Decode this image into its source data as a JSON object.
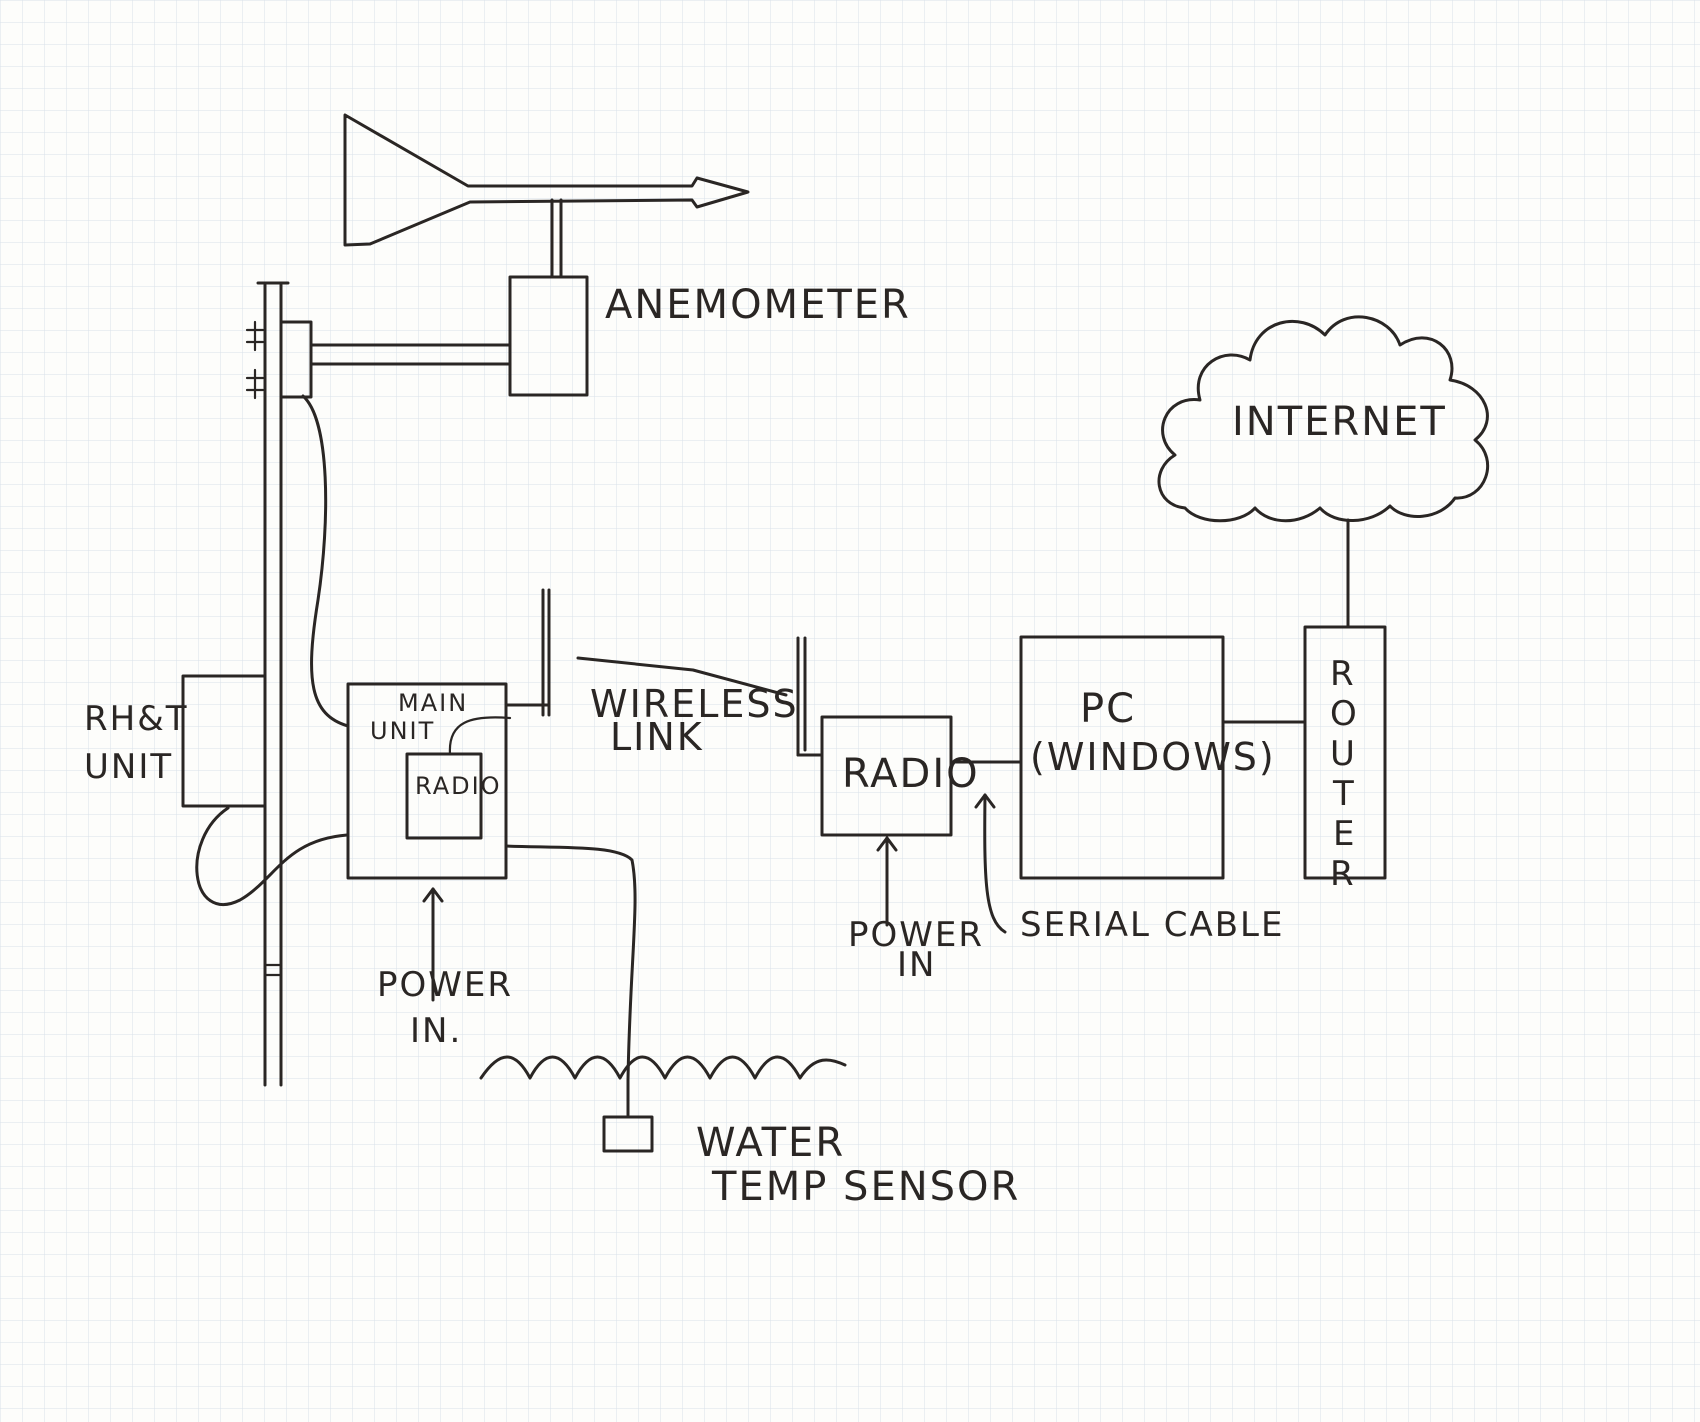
{
  "colors": {
    "ink": "#2a2624",
    "paper": "#fdfdfb",
    "grid": "#d9e1ea"
  },
  "labels": {
    "anemometer": "ANEMOMETER",
    "rh_line1": "RH&T",
    "rh_line2": "UNIT",
    "main_line1": "MAIN",
    "main_line2": "UNIT",
    "main_radio": "RADIO",
    "wireless_line1": "WIRELESS",
    "wireless_line2": "LINK",
    "radio": "RADIO",
    "pc_line1": "PC",
    "pc_line2": "(WINDOWS)",
    "router": [
      "R",
      "O",
      "U",
      "T",
      "E",
      "R"
    ],
    "internet": "INTERNET",
    "power_main_line1": "POWER",
    "power_main_line2": "IN.",
    "power_radio_line1": "POWER",
    "power_radio_line2": "IN",
    "serial_cable": "SERIAL CABLE",
    "water_line1": "WATER",
    "water_line2": "TEMP SENSOR"
  }
}
